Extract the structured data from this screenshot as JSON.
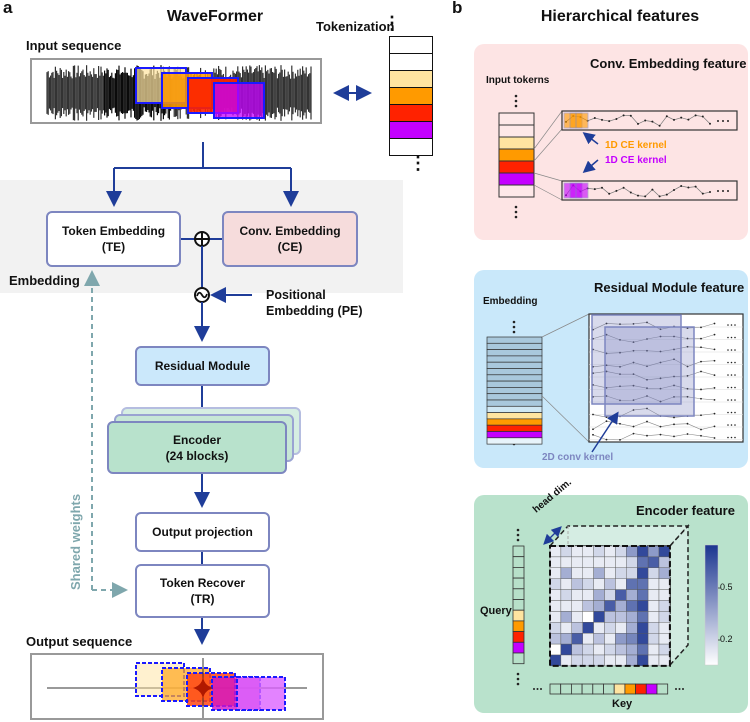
{
  "panel_a": {
    "letter": "a",
    "title": "WaveFormer",
    "input_label": "Input sequence",
    "tokenization_label": "Tokenization",
    "embedding_section_label": "Embedding",
    "token_embedding": [
      "Token Embedding",
      "(TE)"
    ],
    "conv_embedding": [
      "Conv. Embedding",
      "(CE)"
    ],
    "positional_embedding": [
      "Positional",
      "Embedding (PE)"
    ],
    "residual_module": "Residual Module",
    "encoder": [
      "Encoder",
      "(24 blocks)"
    ],
    "output_projection": "Output projection",
    "token_recover": [
      "Token Recover",
      "(TR)"
    ],
    "shared_weights": "Shared weights",
    "output_label": "Output sequence",
    "token_colors": [
      "#ffffff",
      "#ffffff",
      "#ffe4a0",
      "#ff9a00",
      "#ff2200",
      "#c400ff",
      "#ffffff"
    ],
    "symbols": {
      "add": "⊕",
      "positional": "~",
      "ellipsis_v": "⋮"
    }
  },
  "panel_b": {
    "letter": "b",
    "title": "Hierarchical features",
    "conv_feature": {
      "title": "Conv. Embedding feature",
      "input_label": "Input tokerns",
      "kernel_label_1": "1D CE kernel",
      "kernel_label_2": "1D CE kernel",
      "kernel_color_1": "#ff9a00",
      "kernel_color_2": "#c400ff",
      "ellipsis": "..."
    },
    "residual_feature": {
      "title": "Residual Module feature",
      "embedding_label": "Embedding",
      "kernel_label": "2D conv kernel",
      "ellipsis": "..."
    },
    "encoder_feature": {
      "title": "Encoder feature",
      "head_dim_label": "head dim.",
      "query_label": "Query",
      "key_label": "Key",
      "colorbar_ticks": [
        "0.5",
        "0.2"
      ],
      "ellipsis": "...",
      "attention_matrix": [
        [
          0.1,
          0.2,
          0.1,
          0.1,
          0.2,
          0.1,
          0.2,
          0.5,
          0.9,
          0.5,
          0.9
        ],
        [
          0.1,
          0.1,
          0.1,
          0.1,
          0.1,
          0.1,
          0.1,
          0.2,
          0.7,
          0.8,
          0.3
        ],
        [
          0.1,
          0.4,
          0.1,
          0.1,
          0.4,
          0.1,
          0.2,
          0.2,
          0.9,
          0.2,
          0.4
        ],
        [
          0.2,
          0.1,
          0.3,
          0.2,
          0.1,
          0.3,
          0.1,
          0.7,
          0.7,
          0.1,
          0.1
        ],
        [
          0.1,
          0.2,
          0.1,
          0.1,
          0.4,
          0.2,
          0.8,
          0.4,
          0.7,
          0.1,
          0.1
        ],
        [
          0.1,
          0.1,
          0.1,
          0.3,
          0.4,
          0.8,
          0.4,
          0.7,
          0.9,
          0.1,
          0.2
        ],
        [
          0.1,
          0.4,
          0.1,
          0.0,
          0.9,
          0.3,
          0.3,
          0.4,
          0.7,
          0.1,
          0.2
        ],
        [
          0.2,
          0.1,
          0.3,
          0.9,
          0.1,
          0.2,
          0.1,
          0.4,
          0.9,
          0.2,
          0.1
        ],
        [
          0.3,
          0.4,
          0.8,
          0.1,
          0.3,
          0.1,
          0.5,
          0.6,
          0.9,
          0.2,
          0.1
        ],
        [
          0.0,
          0.9,
          0.3,
          0.2,
          0.1,
          0.2,
          0.3,
          0.4,
          0.7,
          0.1,
          0.2
        ],
        [
          0.9,
          0.1,
          0.2,
          0.2,
          0.2,
          0.1,
          0.1,
          0.4,
          0.9,
          0.1,
          0.1
        ]
      ],
      "query_colors": [
        "#b7e0c9",
        "#b7e0c9",
        "#b7e0c9",
        "#b7e0c9",
        "#b7e0c9",
        "#b7e0c9",
        "#ffe4a0",
        "#ff9a00",
        "#ff2200",
        "#c400ff",
        "#b7e0c9"
      ],
      "key_colors": [
        "#b7e0c9",
        "#b7e0c9",
        "#b7e0c9",
        "#b7e0c9",
        "#b7e0c9",
        "#b7e0c9",
        "#ffe4a0",
        "#ff9a00",
        "#ff2200",
        "#c400ff",
        "#b7e0c9"
      ]
    }
  },
  "colors": {
    "arrow": "#1f3d99",
    "box_border": "#7d86c0",
    "embedding_bg": "#f2f2f2",
    "conv_emb_fill": "#f6dcdc",
    "residual_fill": "#cbe8fb",
    "encoder_fill": "#b8e2cc",
    "shared_weights": "#7fa7ad",
    "conv_panel_bg": "#fde4e4",
    "residual_panel_bg": "#c9e8fa",
    "encoder_panel_bg": "#b9e2cc",
    "heat_dark": "#1b3590"
  }
}
